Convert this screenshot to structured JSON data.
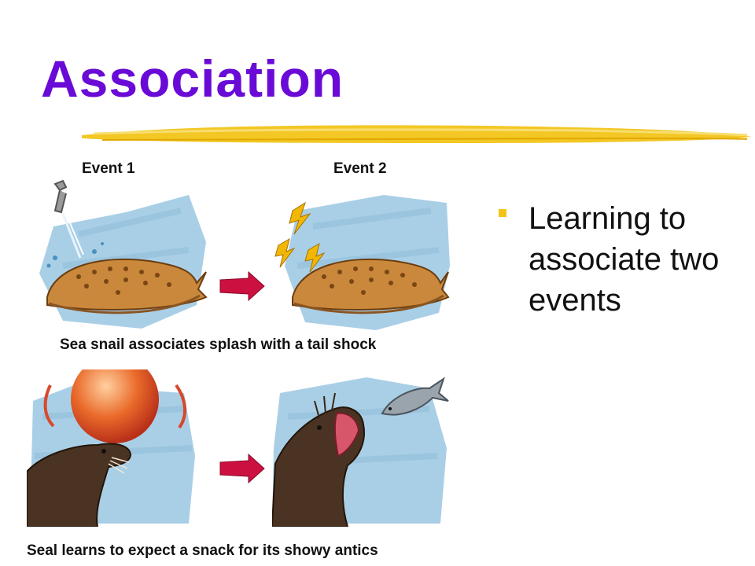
{
  "slide": {
    "title": "Association",
    "title_color": "#6a0ad6",
    "underline_color": "#f2c418",
    "event_1_label": "Event 1",
    "event_2_label": "Event 2",
    "snail_caption": "Sea snail associates splash with a tail shock",
    "seal_caption": "Seal learns to expect a snack for its showy antics",
    "bullet": {
      "text": "Learning to associate two events",
      "marker_color": "#f2c418"
    },
    "arrow_color": "#cc1040",
    "panel_background_color": "#a9cfe6"
  }
}
